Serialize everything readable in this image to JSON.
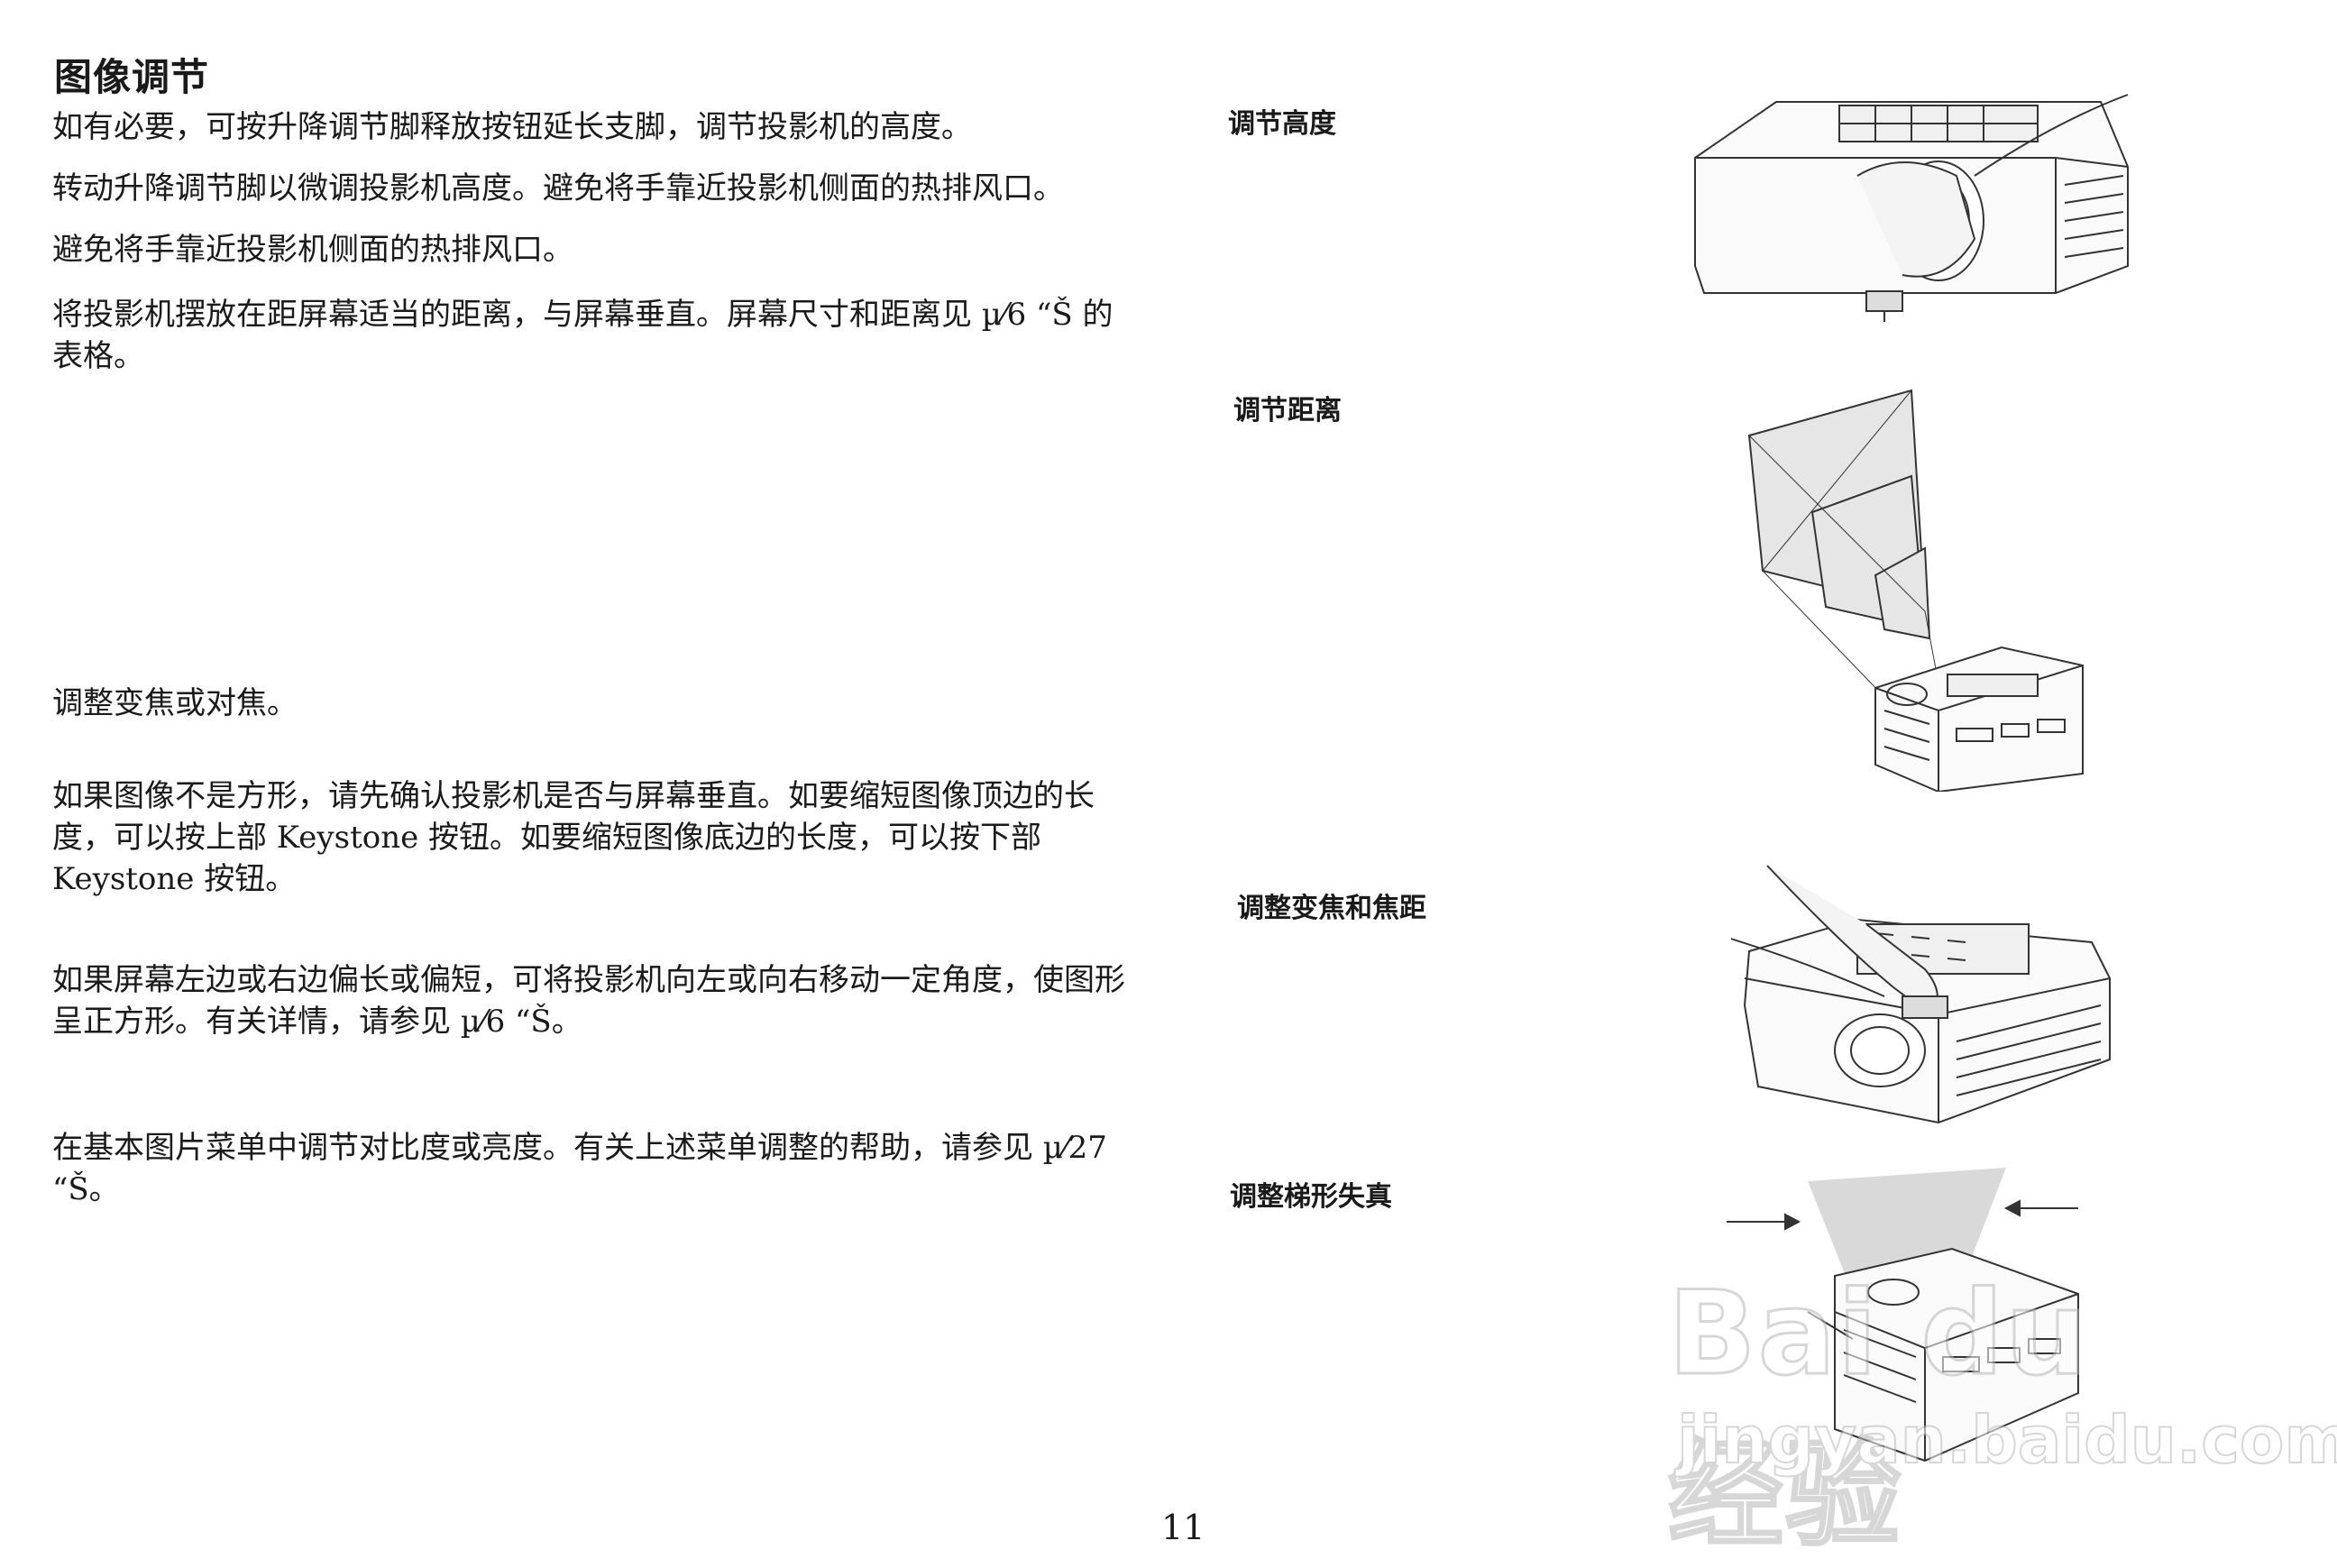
{
  "title": "图像调节",
  "paragraphs": {
    "p1": "如有必要，可按升降调节脚释放按钮延长支脚，调节投影机的高度。",
    "p2": "转动升降调节脚以微调投影机高度。避免将手靠近投影机侧面的热排风口。",
    "p3": "避免将手靠近投影机侧面的热排风口。",
    "p4": "将投影机摆放在距屏幕适当的距离，与屏幕垂直。屏幕尺寸和距离见 µ⁄6 “Š 的表格。",
    "p5": "调整变焦或对焦。",
    "p6": "如果图像不是方形，请先确认投影机是否与屏幕垂直。如要缩短图像顶边的长度，可以按上部 Keystone 按钮。如要缩短图像底边的长度，可以按下部 Keystone 按钮。",
    "p7": "如果屏幕左边或右边偏长或偏短，可将投影机向左或向右移动一定角度，使图形呈正方形。有关详情，请参见 µ⁄6 “Š。",
    "p8": "在基本图片菜单中调节对比度或亮度。有关上述菜单调整的帮助，请参见 µ⁄27 “Š。"
  },
  "captions": {
    "height": "调节高度",
    "distance": "调节距离",
    "zoom": "调整变焦和焦距",
    "keystone": "调整梯形失真"
  },
  "figures": {
    "height": "projector-height-adjust-illustration",
    "distance": "projector-distance-illustration",
    "zoom": "projector-zoom-focus-illustration",
    "keystone": "projector-keystone-illustration"
  },
  "page_number": "11",
  "watermark": {
    "main": "Bai du 经验",
    "sub": "jingyan.baidu.com"
  },
  "colors": {
    "text": "#1a1a1a",
    "line_art": "#333333",
    "screen_fill": "#e6e6e6"
  }
}
